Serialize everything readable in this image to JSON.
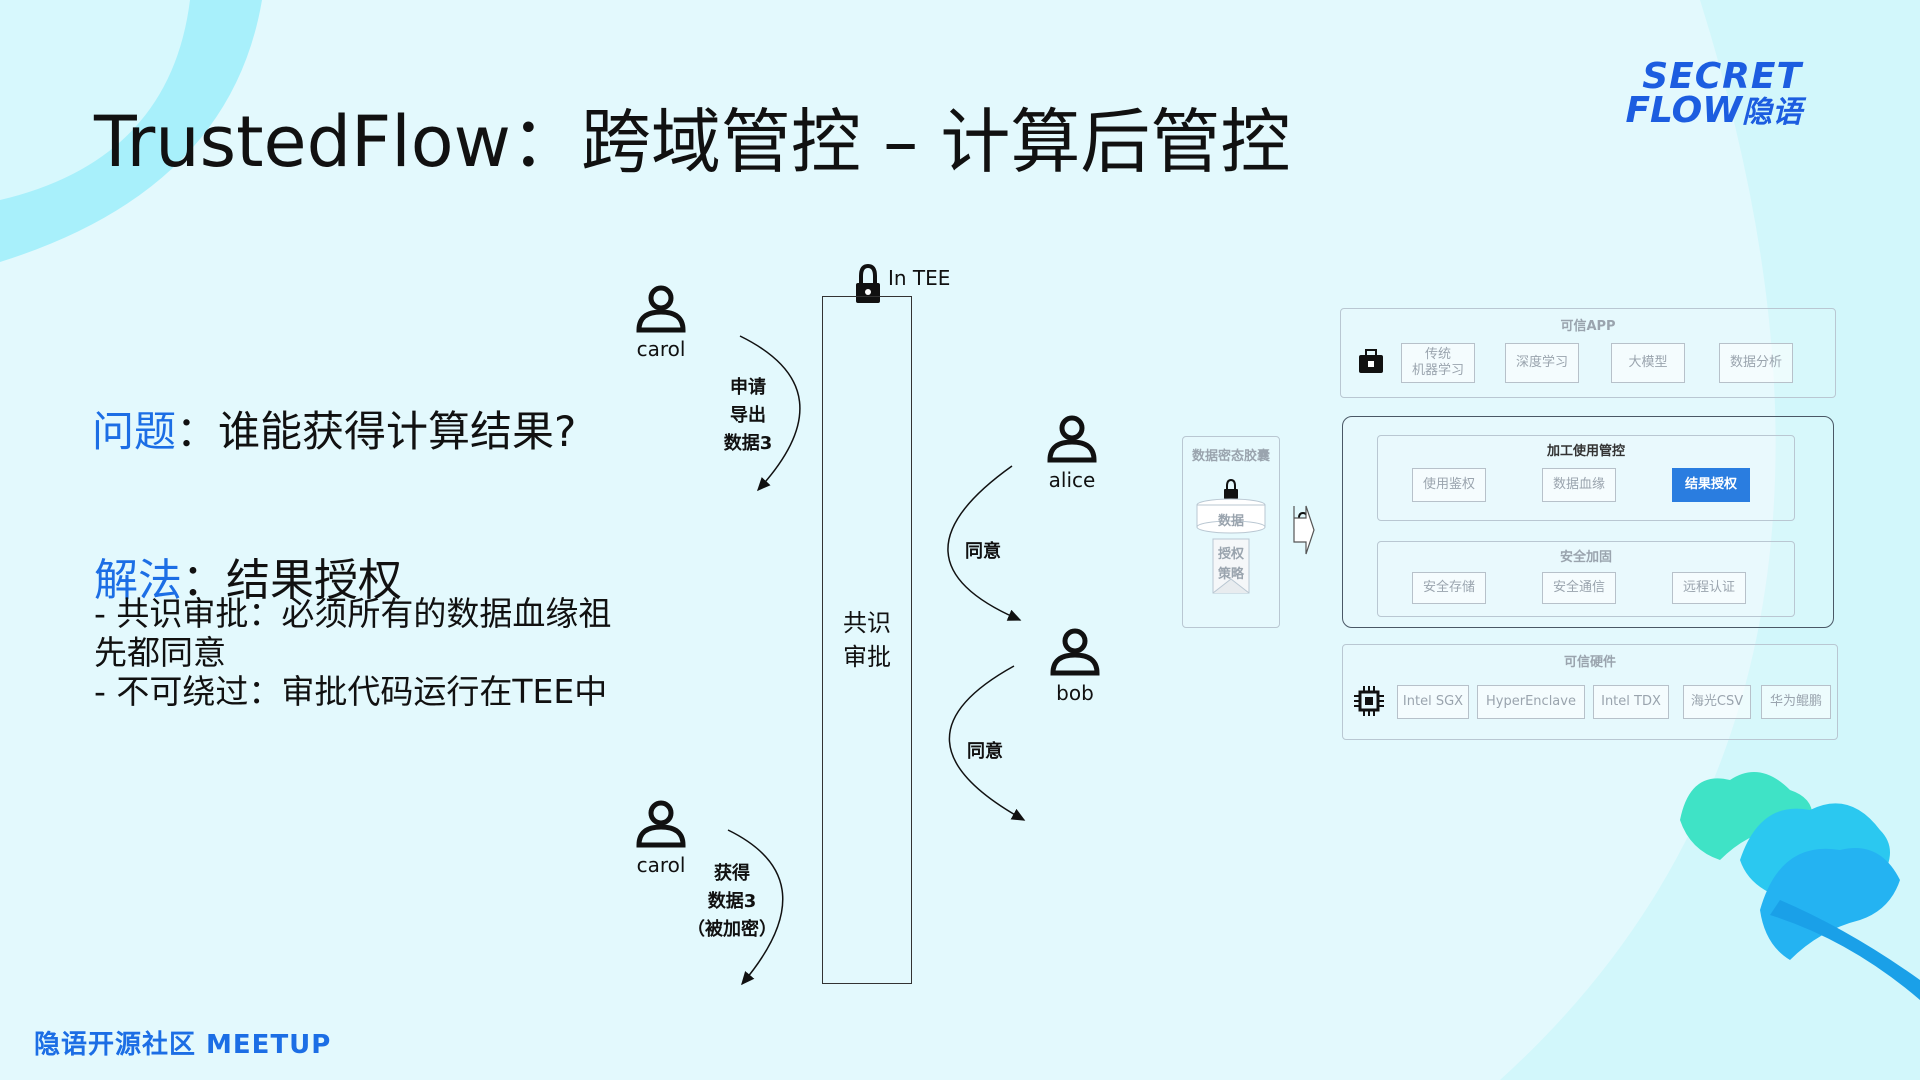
{
  "slide": {
    "title": "TrustedFlow：跨域管控 – 计算后管控",
    "logo_line1": "SECRET",
    "logo_line2": "FLOW",
    "logo_cn": "隐语",
    "footer": "隐语开源社区 MEETUP"
  },
  "left_text": {
    "question_label": "问题",
    "question_text": "：谁能获得计算结果?",
    "solution_label": "解法",
    "solution_text": "：结果授权",
    "bullet1": "- 共识审批：必须所有的数据血缘祖先都同意",
    "bullet2": "- 不可绕过：审批代码运行在TEE中"
  },
  "flow": {
    "tee_label": "In TEE",
    "center_box": "共识\n审批",
    "actors": {
      "carol_top": "carol",
      "alice": "alice",
      "bob": "bob",
      "carol_bottom": "carol"
    },
    "arrows": {
      "request": "申请\n导出\n数据3",
      "agree1": "同意",
      "agree2": "同意",
      "obtain": "获得\n数据3\n（被加密）"
    }
  },
  "architecture": {
    "capsule_title": "数据密态胶囊",
    "capsule_data": "数据",
    "capsule_policy": "授权\n策略",
    "apps_title": "可信APP",
    "apps": [
      "传统\n机器学习",
      "深度学习",
      "大模型",
      "数据分析"
    ],
    "governance_title": "加工使用管控",
    "governance": [
      "使用鉴权",
      "数据血缘",
      "结果授权"
    ],
    "security_title": "安全加固",
    "security": [
      "安全存储",
      "安全通信",
      "远程认证"
    ],
    "hardware_title": "可信硬件",
    "hardware": [
      "Intel SGX",
      "HyperEnclave",
      "Intel TDX",
      "海光CSV",
      "华为鲲鹏"
    ]
  },
  "colors": {
    "accent": "#1c6ee5",
    "background": "#e3f9fd",
    "highlight_chip": "#2a7de0"
  },
  "icons": [
    "person-icon",
    "lock-icon",
    "chip-icon",
    "toolbox-icon",
    "arrow-right-icon"
  ]
}
